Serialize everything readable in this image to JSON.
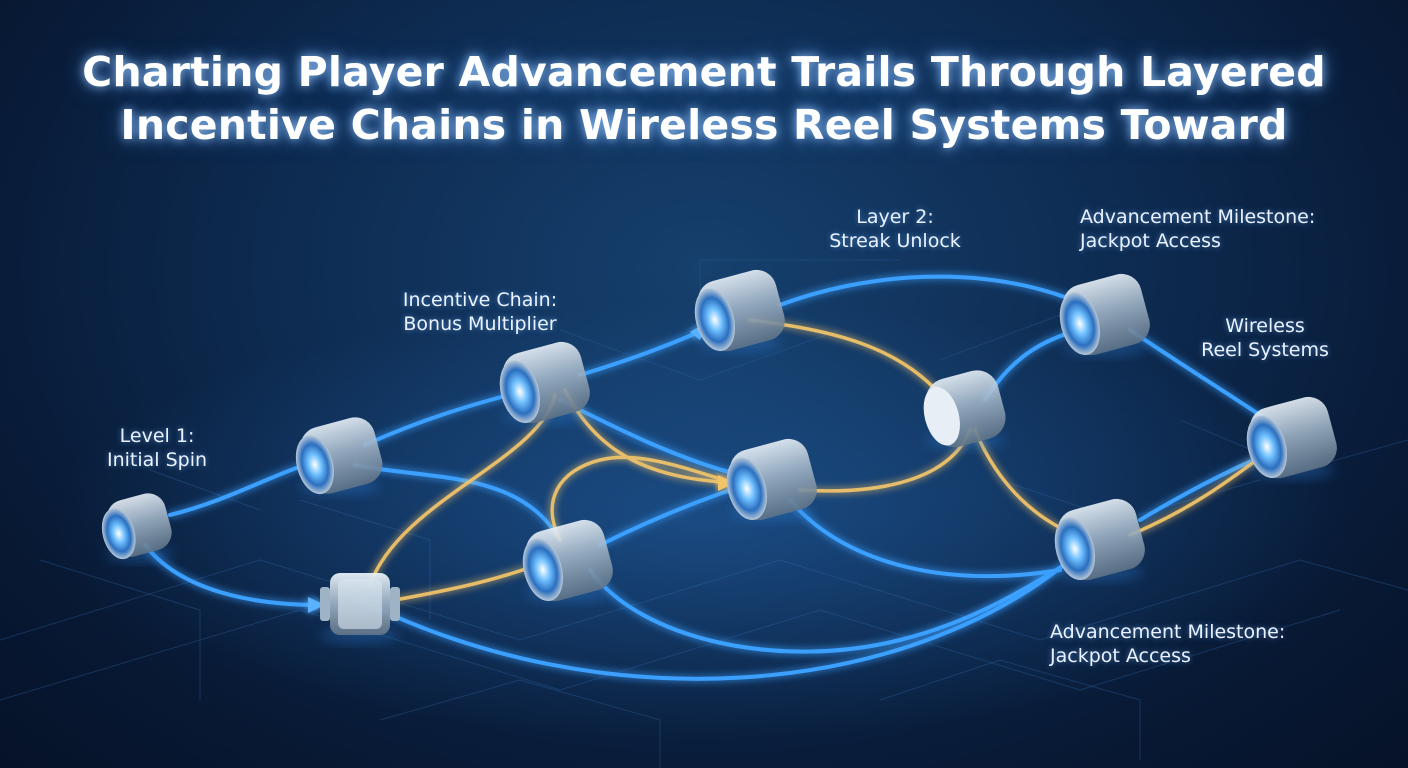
{
  "title": {
    "line1": "Charting Player Advancement Trails Through Layered",
    "line2": "Incentive Chains in Wireless Reel Systems Toward"
  },
  "labels": {
    "level1": {
      "line1": "Level 1:",
      "line2": "Initial Spin"
    },
    "incentive_chain": {
      "line1": "Incentive Chain:",
      "line2": "Bonus Multiplier"
    },
    "layer2": {
      "line1": "Layer 2:",
      "line2": "Streak Unlock"
    },
    "milestone_top": {
      "line1": "Advancement Milestone:",
      "line2": "Jackpot Access"
    },
    "wireless": {
      "line1": "Wireless",
      "line2": "Reel Systems"
    },
    "milestone_bottom": {
      "line1": "Advancement Milestone:",
      "line2": "Jackpot Access"
    }
  },
  "colors": {
    "blue_trail": "#3aa0ff",
    "gold_trail": "#f2c46a",
    "node_body": "#c7d3df",
    "node_core": "#2f8cff"
  }
}
